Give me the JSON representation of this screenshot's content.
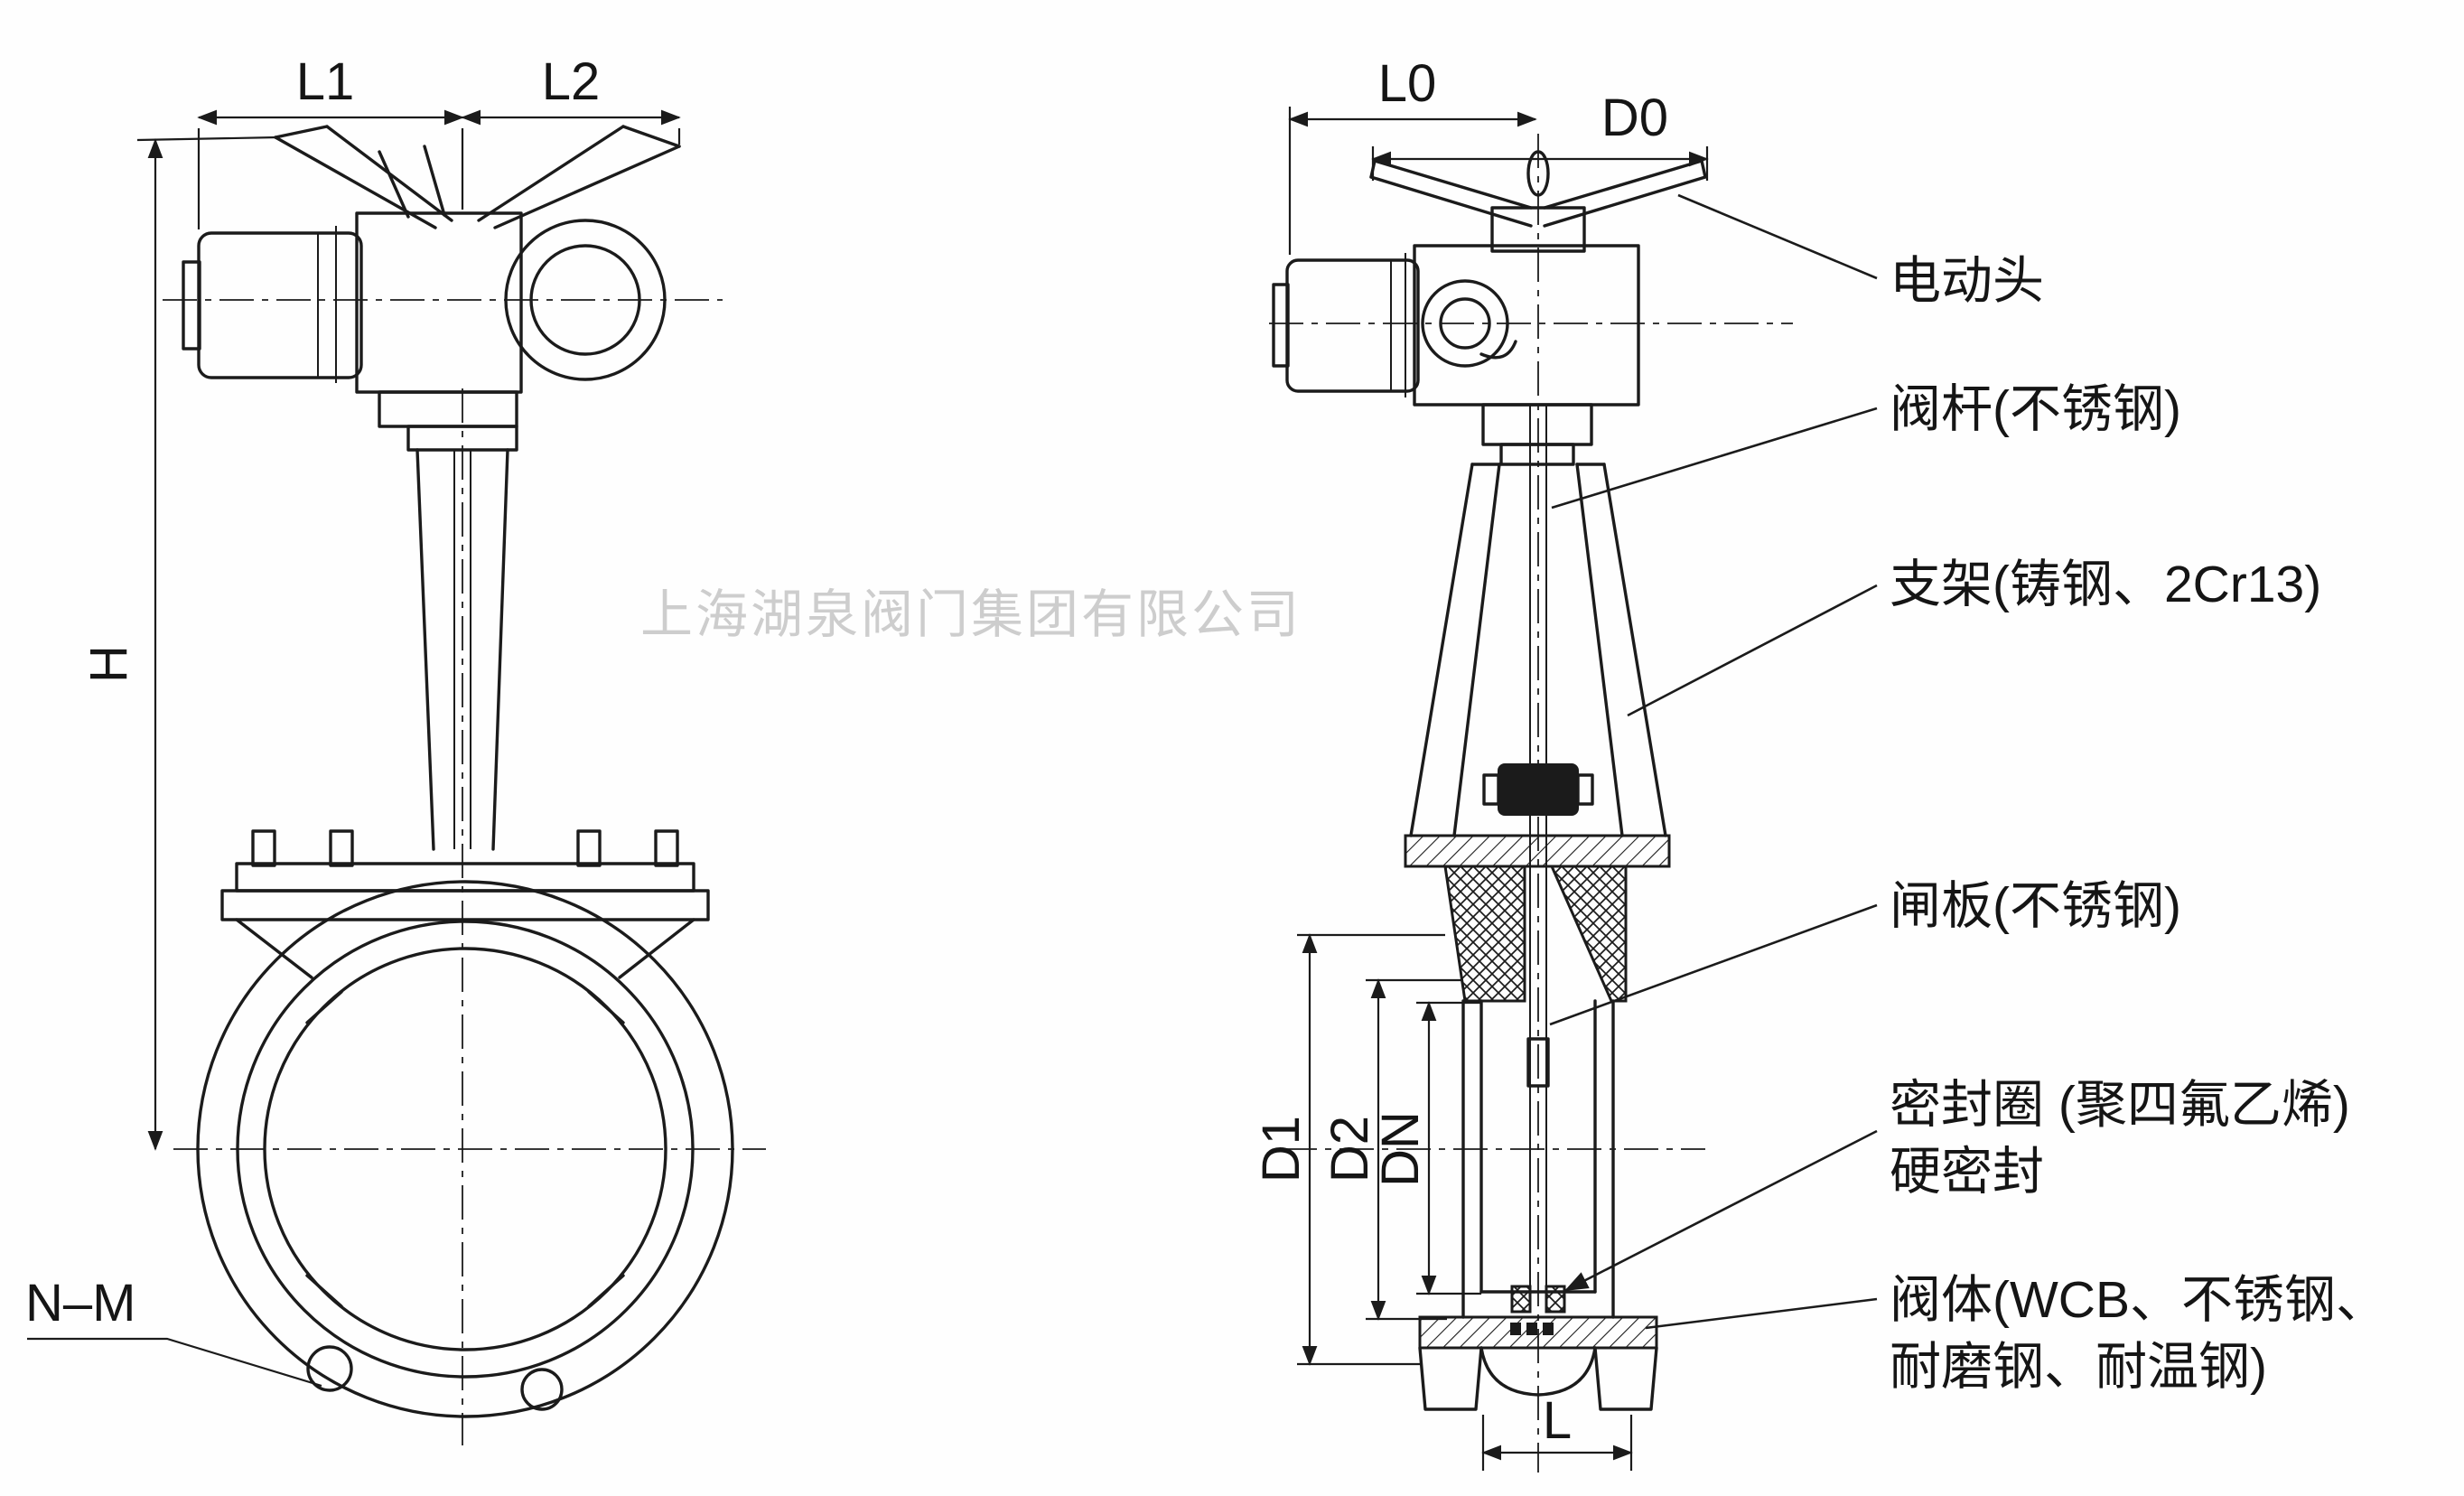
{
  "watermark": "上海湖泉阀门集团有限公司",
  "dims": {
    "l1": "L1",
    "l2": "L2",
    "h": "H",
    "n_m": "N–M",
    "l0": "L0",
    "d0": "D0",
    "d1": "D1",
    "d2": "D2",
    "dn": "DN",
    "l": "L"
  },
  "labels": {
    "actuator": "电动头",
    "stem": "阀杆(不锈钢)",
    "bracket": "支架(铸钢、2Cr13)",
    "gate": "闸板(不锈钢)",
    "seal1": "密封圈 (聚四氟乙烯)",
    "seal2": "硬密封",
    "body1": "阀体(WCB、不锈钢、",
    "body2": "耐磨钢、耐温钢)"
  },
  "colors": {
    "line": "#1b1b1b",
    "watermark": "#c2c2c2",
    "background": "#fefefe"
  }
}
